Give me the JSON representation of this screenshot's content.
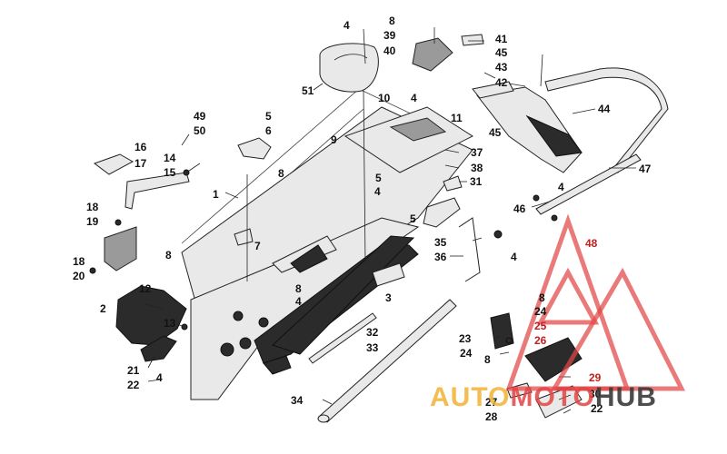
{
  "diagram": {
    "callouts": [
      {
        "id": "c1",
        "text": "1"
      },
      {
        "id": "c2",
        "text": "2"
      },
      {
        "id": "c3",
        "text": "3"
      },
      {
        "id": "c4a",
        "text": "4"
      },
      {
        "id": "c4b",
        "text": "4"
      },
      {
        "id": "c4c",
        "text": "4"
      },
      {
        "id": "c4d",
        "text": "4"
      },
      {
        "id": "c4e",
        "text": "4"
      },
      {
        "id": "c4f",
        "text": "4"
      },
      {
        "id": "c4g",
        "text": "4"
      },
      {
        "id": "c5a",
        "text": "5"
      },
      {
        "id": "c5b",
        "text": "5"
      },
      {
        "id": "c5c",
        "text": "5"
      },
      {
        "id": "c6",
        "text": "6"
      },
      {
        "id": "c7",
        "text": "7"
      },
      {
        "id": "c8a",
        "text": "8"
      },
      {
        "id": "c8b",
        "text": "8"
      },
      {
        "id": "c8c",
        "text": "8"
      },
      {
        "id": "c8d",
        "text": "8"
      },
      {
        "id": "c8e",
        "text": "8"
      },
      {
        "id": "c8f",
        "text": "8"
      },
      {
        "id": "c9",
        "text": "9"
      },
      {
        "id": "c10",
        "text": "10"
      },
      {
        "id": "c11",
        "text": "11"
      },
      {
        "id": "c12",
        "text": "12"
      },
      {
        "id": "c13",
        "text": "13"
      },
      {
        "id": "c14",
        "text": "14"
      },
      {
        "id": "c15",
        "text": "15"
      },
      {
        "id": "c16",
        "text": "16"
      },
      {
        "id": "c17",
        "text": "17"
      },
      {
        "id": "c18a",
        "text": "18"
      },
      {
        "id": "c18b",
        "text": "18"
      },
      {
        "id": "c19",
        "text": "19"
      },
      {
        "id": "c20",
        "text": "20"
      },
      {
        "id": "c21",
        "text": "21"
      },
      {
        "id": "c22a",
        "text": "22"
      },
      {
        "id": "c22b",
        "text": "22"
      },
      {
        "id": "c23",
        "text": "23"
      },
      {
        "id": "c24a",
        "text": "24"
      },
      {
        "id": "c24b",
        "text": "24"
      },
      {
        "id": "c25",
        "text": "25"
      },
      {
        "id": "c26",
        "text": "26"
      },
      {
        "id": "c27",
        "text": "27"
      },
      {
        "id": "c28",
        "text": "28"
      },
      {
        "id": "c29",
        "text": "29"
      },
      {
        "id": "c30",
        "text": "30"
      },
      {
        "id": "c31",
        "text": "31"
      },
      {
        "id": "c32",
        "text": "32"
      },
      {
        "id": "c33",
        "text": "33"
      },
      {
        "id": "c34",
        "text": "34"
      },
      {
        "id": "c35",
        "text": "35"
      },
      {
        "id": "c36",
        "text": "36"
      },
      {
        "id": "c37",
        "text": "37"
      },
      {
        "id": "c38",
        "text": "38"
      },
      {
        "id": "c39",
        "text": "39"
      },
      {
        "id": "c40",
        "text": "40"
      },
      {
        "id": "c41",
        "text": "41"
      },
      {
        "id": "c42",
        "text": "42"
      },
      {
        "id": "c43",
        "text": "43"
      },
      {
        "id": "c44",
        "text": "44"
      },
      {
        "id": "c45a",
        "text": "45"
      },
      {
        "id": "c45b",
        "text": "45"
      },
      {
        "id": "c46",
        "text": "46"
      },
      {
        "id": "c47",
        "text": "47"
      },
      {
        "id": "c48",
        "text": "48"
      },
      {
        "id": "c49",
        "text": "49"
      },
      {
        "id": "c50",
        "text": "50"
      },
      {
        "id": "c51",
        "text": "51"
      }
    ]
  },
  "watermark": {
    "part1": "AUTO",
    "part2": "MOTO",
    "part3": "HUB",
    "color_red": "#e24545",
    "color_orange": "#f2b233",
    "color_dark": "#3a3a3a"
  }
}
